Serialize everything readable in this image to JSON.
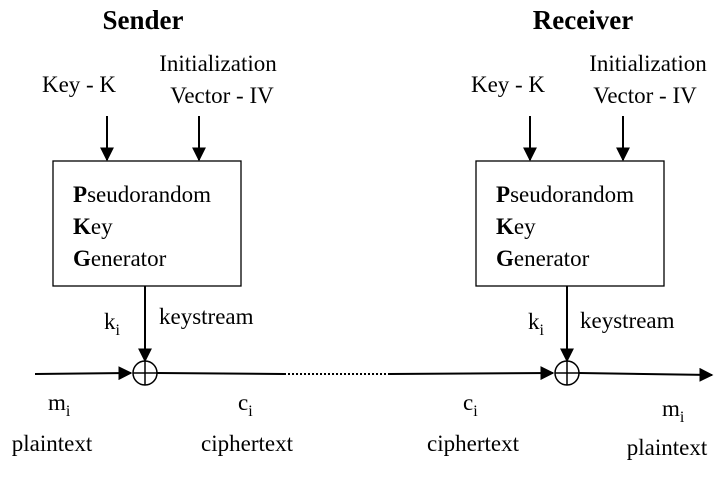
{
  "sender": {
    "title": "Sender",
    "key_label": "Key - K",
    "iv_label_line1": "Initialization",
    "iv_label_line2": "Vector - IV",
    "generator": {
      "line1_initial": "P",
      "line1_rest": "seudorandom",
      "line2_initial": "K",
      "line2_rest": "ey",
      "line3_initial": "G",
      "line3_rest": "enerator"
    },
    "key_symbol": "k",
    "key_subscript": "i",
    "keystream_label": "keystream",
    "input_symbol": "m",
    "input_subscript": "i",
    "input_label": "plaintext",
    "output_symbol": "c",
    "output_subscript": "i",
    "output_label": "ciphertext"
  },
  "receiver": {
    "title": "Receiver",
    "key_label": "Key - K",
    "iv_label_line1": "Initialization",
    "iv_label_line2": "Vector - IV",
    "generator": {
      "line1_initial": "P",
      "line1_rest": "seudorandom",
      "line2_initial": "K",
      "line2_rest": "ey",
      "line3_initial": "G",
      "line3_rest": "enerator"
    },
    "key_symbol": "k",
    "key_subscript": "i",
    "keystream_label": "keystream",
    "input_symbol": "c",
    "input_subscript": "i",
    "input_label": "ciphertext",
    "output_symbol": "m",
    "output_subscript": "i",
    "output_label": "plaintext"
  }
}
